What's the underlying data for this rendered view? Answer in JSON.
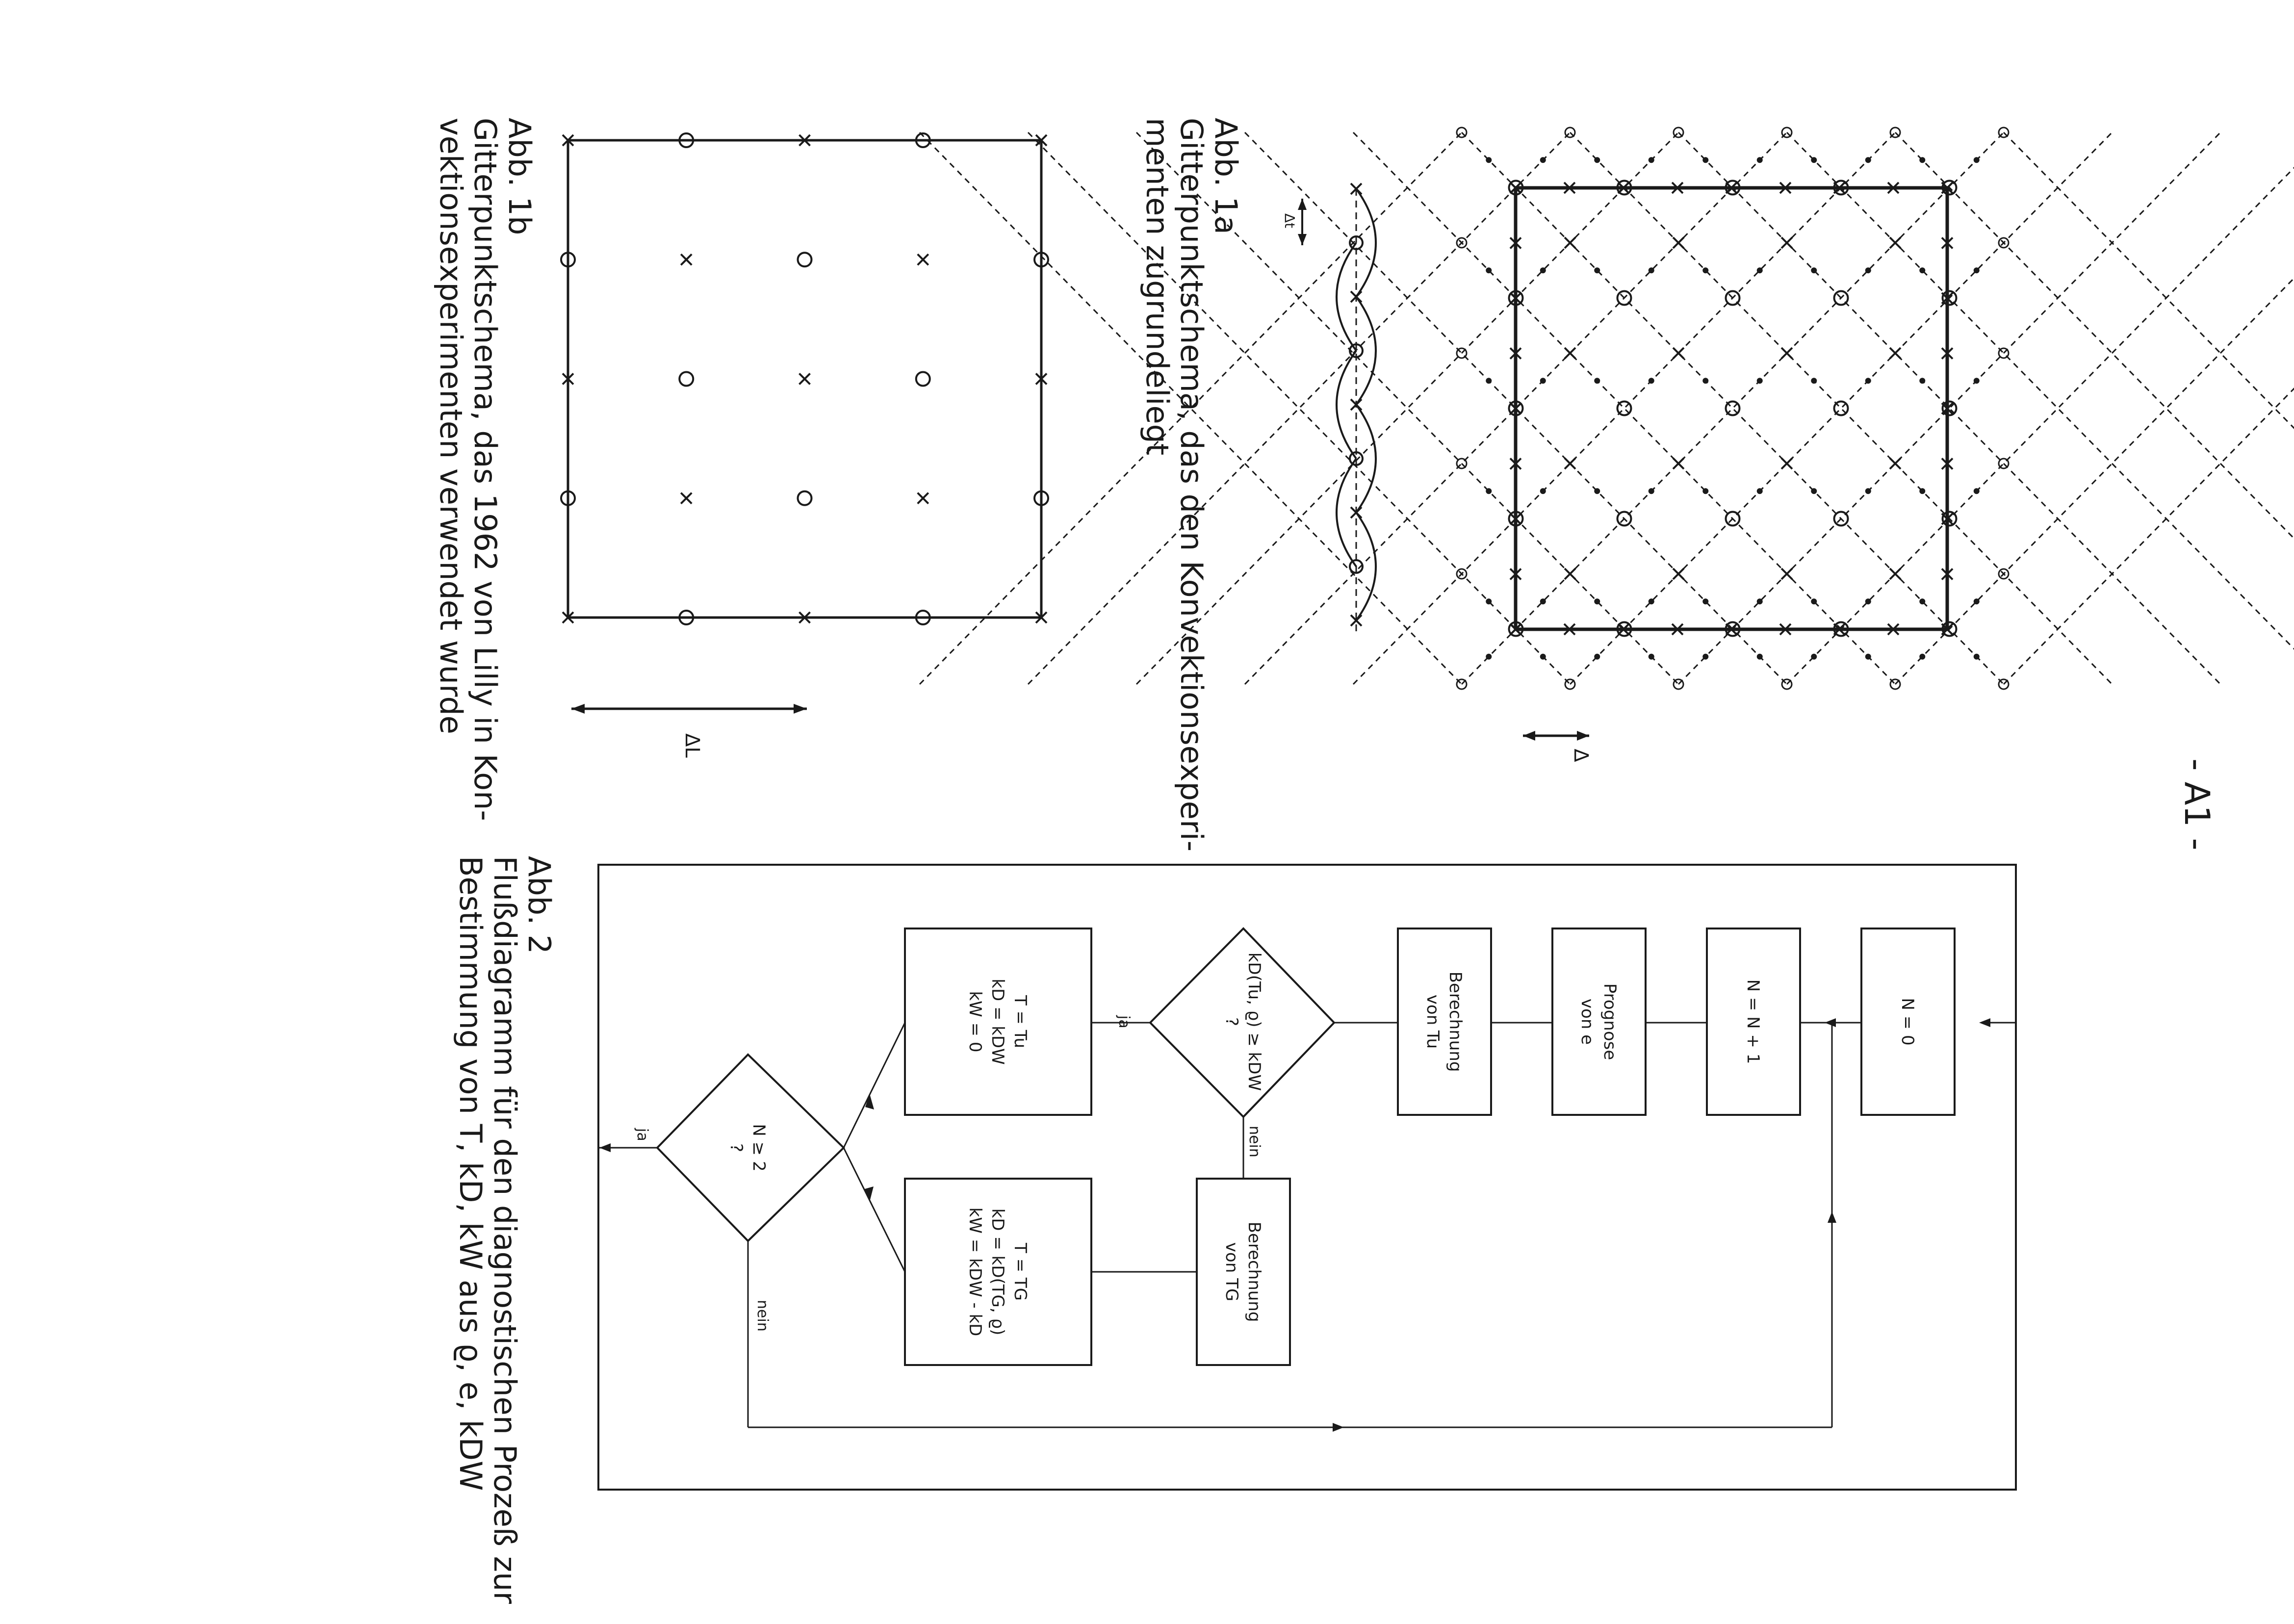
{
  "page_number": "- A1 -",
  "fig1a": {
    "caption_label": "Abb. 1a",
    "caption_line1": "Gitterpunktschema, das den Konvektionsexperi-",
    "caption_line2": "menten zugrundeliegt",
    "delta_label": "Δ",
    "delta_t_label": "Δt"
  },
  "fig1b": {
    "caption_label": "Abb. 1b",
    "caption_line1": "Gitterpunktschema, das 1962 von Lilly in Kon-",
    "caption_line2": "vektionsexperimenten verwendet wurde",
    "delta_label": "ΔL"
  },
  "fig2": {
    "caption_label": "Abb. 2",
    "caption_line1": "Flußdiagramm für den diagnostischen Prozeß zur",
    "caption_line2": "Bestimmung von T, kD, kW aus ϱ, e, kDW",
    "boxes": {
      "n0": [
        "N = 0"
      ],
      "n_inc": [
        "N = N + 1"
      ],
      "prognose": [
        "Prognose",
        "von e"
      ],
      "berech_tu": [
        "Berechnung",
        "von Tu"
      ],
      "decision1": [
        "kD(Tu, ϱ) ≥ kDW",
        "?"
      ],
      "tu_assign": [
        "T = Tu",
        "kD = kDW",
        "kW = 0"
      ],
      "berech_tg": [
        "Berechnung",
        "von TG"
      ],
      "tg_assign": [
        "T = TG",
        "kD = kD(TG, ϱ)",
        "kW = kDW - kD"
      ],
      "decision2": [
        "N ≥ 2",
        "?"
      ]
    },
    "labels": {
      "ja1": "ja",
      "nein1": "nein",
      "ja2": "ja",
      "nein2": "nein"
    }
  }
}
